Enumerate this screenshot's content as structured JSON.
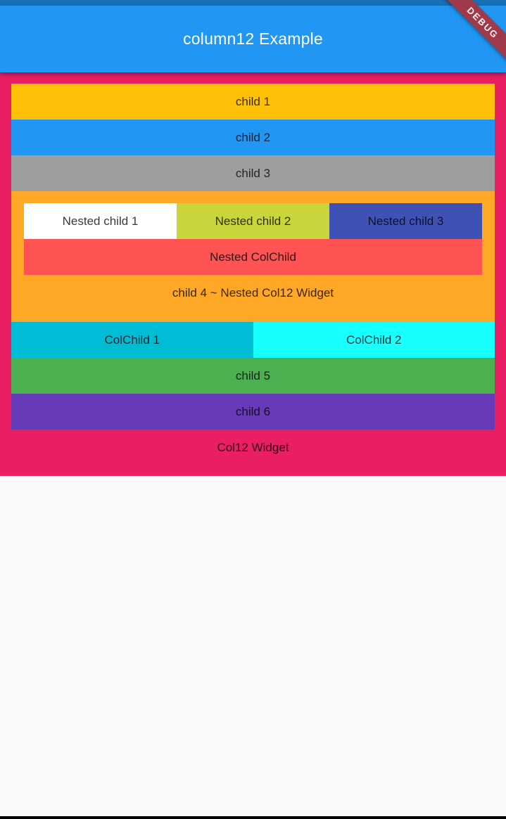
{
  "app_bar": {
    "title": "column12 Example"
  },
  "debug_banner": {
    "label": "DEBUG"
  },
  "palette": {
    "status_bar": "#1A70B6",
    "app_bar": "#2196F3",
    "debug_banner": "#A0394A",
    "page_background": "#FAFAFA",
    "bottom_bar": "#000000",
    "col12_background": "#E91E63",
    "text_dark": "#3B3B3B",
    "text_light": "#FFFFFF"
  },
  "col12": {
    "label": "Col12 Widget",
    "background": "#E91E63",
    "child1": {
      "label": "child 1",
      "color": "#FFC107"
    },
    "child2": {
      "label": "child 2",
      "color": "#2196F3"
    },
    "child3": {
      "label": "child 3",
      "color": "#9E9E9E"
    },
    "child4": {
      "label": "child 4 ~ Nested Col12 Widget",
      "color": "#FFA726",
      "nested_children": [
        {
          "label": "Nested child 1",
          "color": "#FFFFFF"
        },
        {
          "label": "Nested child 2",
          "color": "#C9D53A"
        },
        {
          "label": "Nested child 3",
          "color": "#3F51B5"
        }
      ],
      "nested_colchild": {
        "label": "Nested ColChild",
        "color": "#FF5252"
      }
    },
    "colchild1": {
      "label": "ColChild 1",
      "color": "#00BCD4"
    },
    "colchild2": {
      "label": "ColChild 2",
      "color": "#18FFFF"
    },
    "child5": {
      "label": "child 5",
      "color": "#4CAF50"
    },
    "child6": {
      "label": "child 6",
      "color": "#673AB7"
    }
  }
}
